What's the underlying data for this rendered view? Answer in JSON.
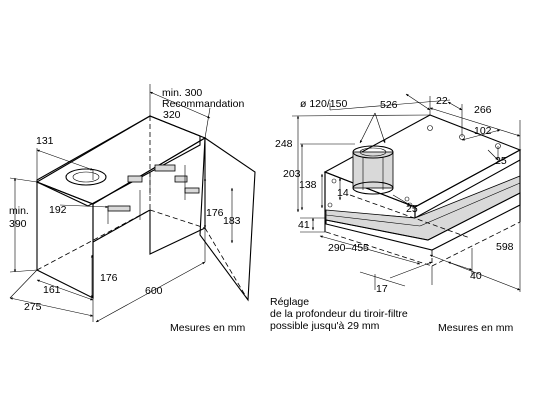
{
  "left_drawing": {
    "min_label": "min. 300",
    "recommendation_label": "Recommandation",
    "recommendation_value": "320",
    "dim_131": "131",
    "dim_min": "min.",
    "dim_390": "390",
    "dim_192": "192",
    "dim_176_upper": "176",
    "dim_183": "183",
    "dim_176_lower": "176",
    "dim_161": "161",
    "dim_275": "275",
    "dim_600": "600",
    "units": "Mesures en mm"
  },
  "right_drawing": {
    "diameter": "ø 120/150",
    "dim_526": "526",
    "dim_22": "22",
    "dim_266": "266",
    "dim_102": "102",
    "dim_25_right": "25",
    "dim_248": "248",
    "dim_203": "203",
    "dim_138": "138",
    "dim_14": "14",
    "dim_25_lower": "25",
    "dim_41": "41",
    "dim_290_455": "290–455",
    "dim_598": "598",
    "dim_17": "17",
    "dim_40": "40",
    "note_line1": "Réglage",
    "note_line2": "de la profondeur du tiroir-filtre",
    "note_line3": "possible jusqu'à 29 mm",
    "units": "Mesures en mm"
  }
}
